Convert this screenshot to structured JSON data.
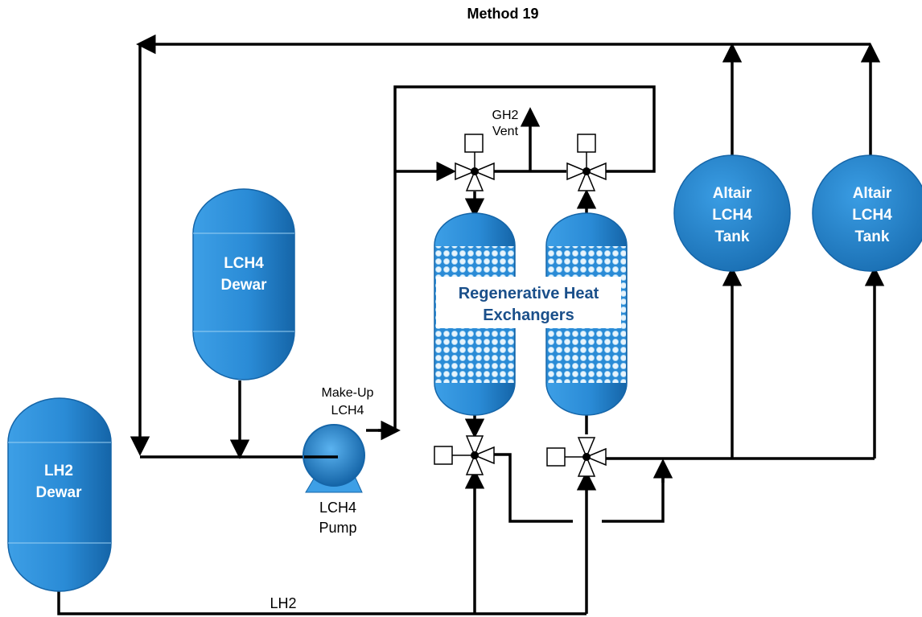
{
  "title": "Method 19",
  "lch4_dewar": {
    "line1": "LCH4",
    "line2": "Dewar"
  },
  "lh2_dewar": {
    "line1": "LH2",
    "line2": "Dewar"
  },
  "make_up": {
    "line1": "Make-Up",
    "line2": "LCH4"
  },
  "pump": {
    "line1": "LCH4",
    "line2": "Pump"
  },
  "gh2_vent": {
    "line1": "GH2",
    "line2": "Vent"
  },
  "heat_exchangers": {
    "line1": "Regenerative Heat",
    "line2": "Exchangers"
  },
  "altair_tank_1": {
    "line1": "Altair",
    "line2": "LCH4",
    "line3": "Tank"
  },
  "altair_tank_2": {
    "line1": "Altair",
    "line2": "LCH4",
    "line3": "Tank"
  },
  "lh2_line_label": "LH2",
  "colors": {
    "vessel_fill": "#2a8bd6",
    "vessel_dark": "#1565a8",
    "line": "#000000",
    "label_on_vessel": "#ffffff",
    "hx_label_text": "#1a4f8a"
  }
}
